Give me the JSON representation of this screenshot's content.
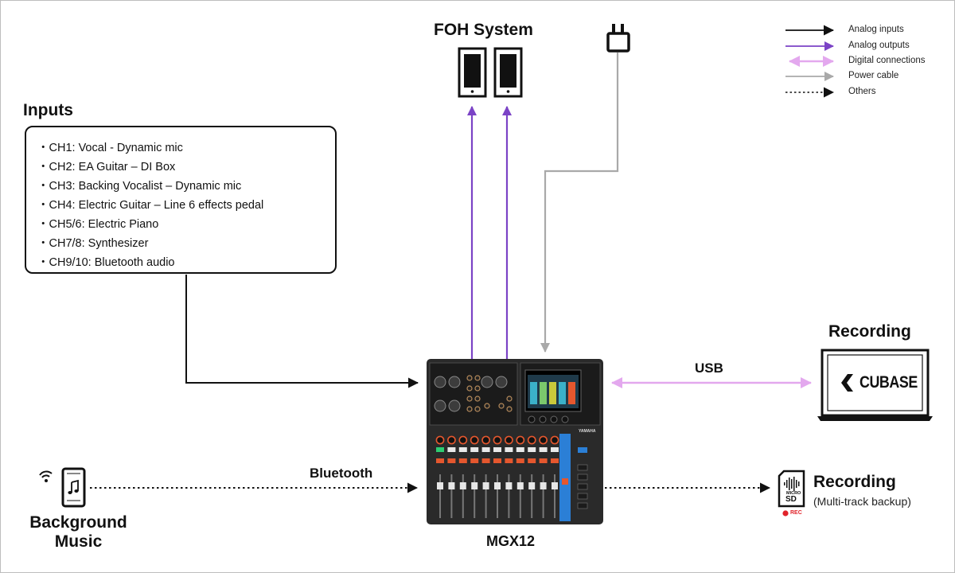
{
  "colors": {
    "analog_input": "#111111",
    "analog_output": "#7b43c6",
    "digital": "#e3a8ee",
    "power": "#a9a9a9",
    "others": "#111111",
    "mixer_body": "#2a2a2a",
    "mixer_accent_orange": "#e4572e",
    "mixer_accent_blue": "#2b7fd6"
  },
  "legend": [
    {
      "label": "Analog inputs",
      "style": "solid",
      "color": "#111111"
    },
    {
      "label": "Analog outputs",
      "style": "solid",
      "color": "#7b43c6"
    },
    {
      "label": "Digital connections",
      "style": "double",
      "color": "#e3a8ee"
    },
    {
      "label": "Power cable",
      "style": "solid",
      "color": "#a9a9a9"
    },
    {
      "label": "Others",
      "style": "dotted",
      "color": "#111111"
    }
  ],
  "foh": {
    "title": "FOH System"
  },
  "inputs": {
    "title": "Inputs",
    "items": [
      "・CH1: Vocal - Dynamic mic",
      "・CH2: EA Guitar – DI Box",
      "・CH3: Backing Vocalist – Dynamic mic",
      "・CH4: Electric Guitar – Line 6 effects pedal",
      "・CH5/6: Electric Piano",
      "・CH7/8: Synthesizer",
      "・CH9/10: Bluetooth audio"
    ]
  },
  "recording_usb": {
    "title": "Recording",
    "link_label": "USB",
    "software_logo": "CUBASE"
  },
  "bluetooth": {
    "link_label": "Bluetooth",
    "device_title_line1": "Background",
    "device_title_line2": "Music"
  },
  "sd_recording": {
    "title": "Recording",
    "subtitle": "(Multi-track backup)",
    "card_text_top": "MICRO",
    "card_text_main": "SD",
    "rec_label": "REC"
  },
  "mixer": {
    "name": "MGX12",
    "brand": "YAMAHA"
  },
  "icons": [
    "speaker-icon",
    "power-plug-icon",
    "laptop-icon",
    "smartphone-icon",
    "music-note-icon",
    "wireless-icon",
    "sd-card-icon",
    "rec-dot-icon"
  ]
}
